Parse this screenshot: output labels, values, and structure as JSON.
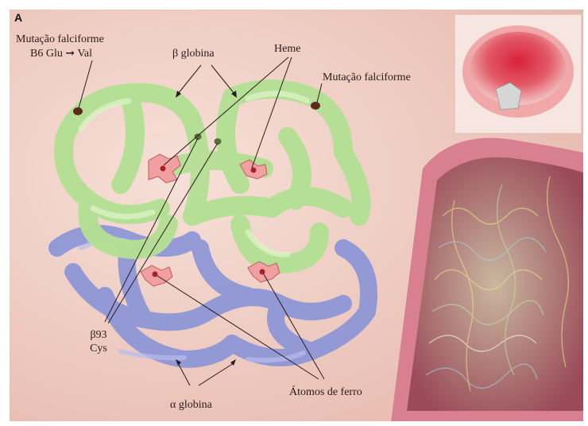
{
  "figure": {
    "panel_letter": "A",
    "labels": {
      "mutation_left_line1": "Mutação falciforme",
      "mutation_left_line2_a": "B6 Glu",
      "mutation_left_line2_b": "Val",
      "beta_globin": "β globina",
      "heme": "Heme",
      "mutation_right": "Mutação falciforme",
      "beta93_line1": "β93",
      "beta93_line2": "Cys",
      "alpha_globin": "α globina",
      "iron_atoms": "Átomos de ferro"
    },
    "colors": {
      "background": "#f1d1c6",
      "beta_chain": "#b9e39a",
      "alpha_chain": "#8f97d6",
      "heme": "#f0a0a0",
      "cell_inset": "#d23040",
      "cell_cut": "#c8465a"
    },
    "icons": [
      "right-arrow-icon"
    ]
  }
}
